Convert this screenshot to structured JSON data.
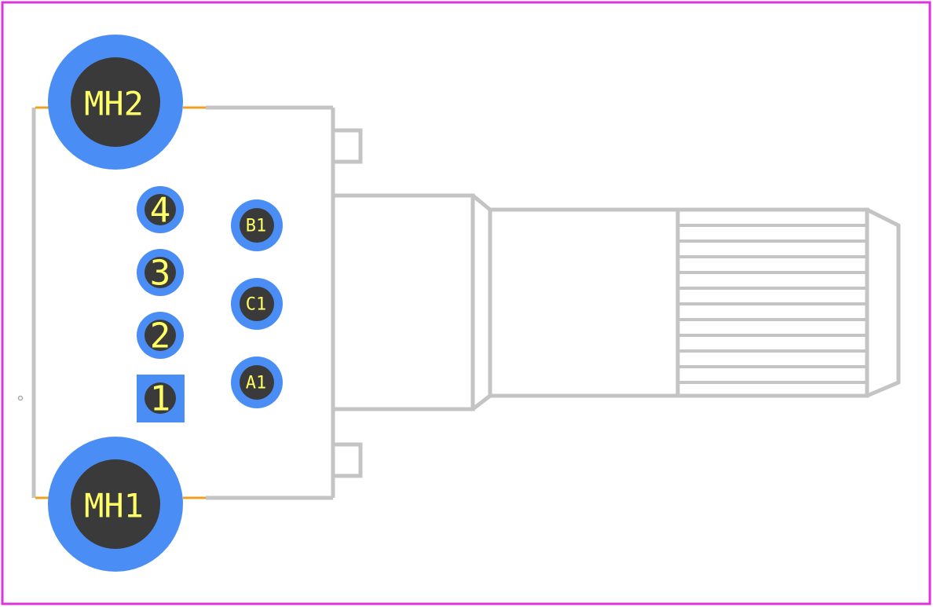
{
  "colors": {
    "board_outline": "#dd33dd",
    "silkscreen": "#c4c4c4",
    "pad_copper": "#4a8ef5",
    "drill_hole": "#3a3a3a",
    "pad_text": "#ffff66",
    "courtyard_line": "#f0a020"
  },
  "pads": {
    "mh2": "MH2",
    "mh1": "MH1",
    "p4": "4",
    "p3": "3",
    "p2": "2",
    "p1": "1",
    "b1": "B1",
    "c1": "C1",
    "a1": "A1"
  }
}
